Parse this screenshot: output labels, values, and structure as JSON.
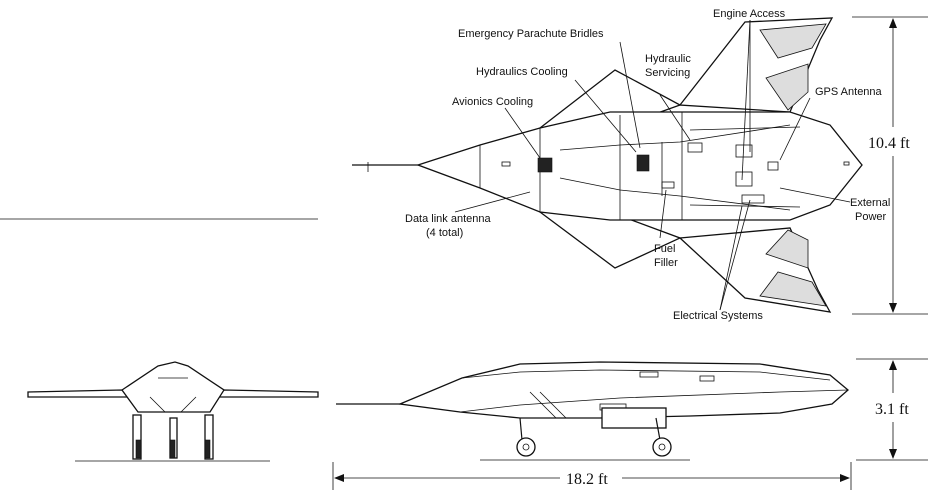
{
  "callouts": {
    "engine_access": "Engine Access",
    "emergency_parachute_bridles": "Emergency Parachute Bridles",
    "hydraulics_cooling": "Hydraulics Cooling",
    "hydraulic_servicing_1": "Hydraulic",
    "hydraulic_servicing_2": "Servicing",
    "avionics_cooling": "Avionics Cooling",
    "gps_antenna": "GPS Antenna",
    "data_link_antenna_1": "Data link antenna",
    "data_link_antenna_2": "(4 total)",
    "fuel_filler_1": "Fuel",
    "fuel_filler_2": "Filler",
    "external_power_1": "External",
    "external_power_2": "Power",
    "electrical_systems": "Electrical Systems"
  },
  "dimensions": {
    "span": "10.4 ft",
    "height": "3.1 ft",
    "length": "18.2 ft"
  },
  "colors": {
    "line": "#111111",
    "background": "#ffffff"
  }
}
